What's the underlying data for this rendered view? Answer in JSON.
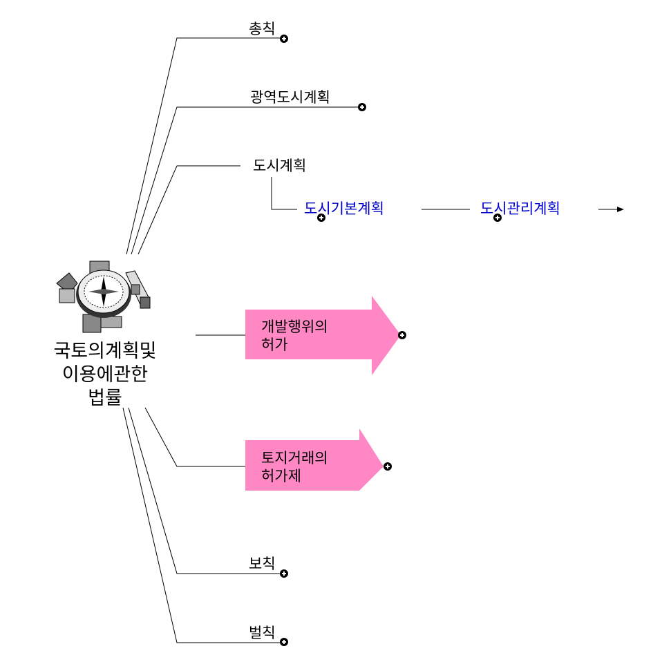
{
  "central_topic": {
    "lines": [
      "국토의계획및",
      "이용에관한",
      "법률"
    ],
    "icon": "compass-town-icon"
  },
  "branches": [
    {
      "label": "총칙"
    },
    {
      "label": "광역도시계획"
    },
    {
      "label": "도시계획",
      "children": [
        {
          "label": "도시기본계획"
        },
        {
          "label": "도시관리계획"
        }
      ]
    },
    {
      "label_lines": [
        "개발행위의",
        "허가"
      ]
    },
    {
      "label_lines": [
        "토지거래의",
        "허가제"
      ]
    },
    {
      "label": "보칙"
    },
    {
      "label": "벌칙"
    }
  ],
  "colors": {
    "arrow_fill": "#ff88c4",
    "child_text": "#0000cc"
  }
}
